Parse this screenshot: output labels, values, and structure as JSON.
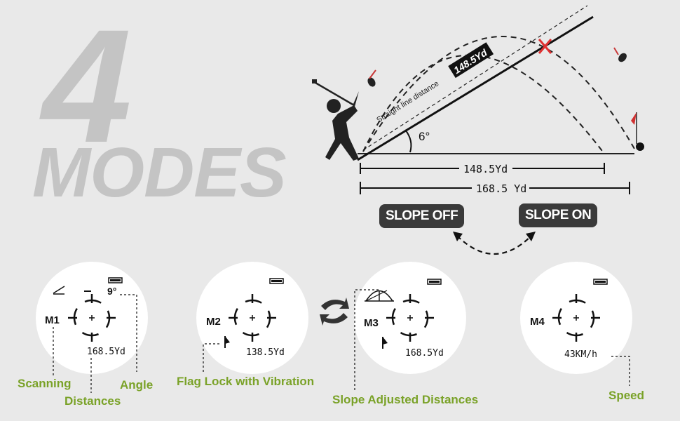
{
  "headline": {
    "number": "4",
    "word": "MODES"
  },
  "diagram": {
    "straight_line_label": "Straight line distance",
    "straight_line_value": "148.5Yd",
    "angle": "6°",
    "horizontal_distance": "148.5Yd",
    "slope_distance": "168.5  Yd",
    "slope_off": "SLOPE OFF",
    "slope_on": "SLOPE ON"
  },
  "modes": [
    {
      "mode": "M1",
      "angle": "9°",
      "distance": "168.5Yd",
      "labels": [
        "Scanning",
        "Distances",
        "Angle"
      ]
    },
    {
      "mode": "M2",
      "distance": "138.5Yd",
      "labels": [
        "Flag Lock with Vibration"
      ]
    },
    {
      "mode": "M3",
      "distance": "168.5Yd",
      "labels": [
        "Slope Adjusted Distances"
      ]
    },
    {
      "mode": "M4",
      "distance": "43KM/h",
      "labels": [
        "Speed"
      ]
    }
  ],
  "colors": {
    "label_green": "#7aa228",
    "pill_bg": "#3a3a3a",
    "headline_gray": "#c4c4c4"
  }
}
